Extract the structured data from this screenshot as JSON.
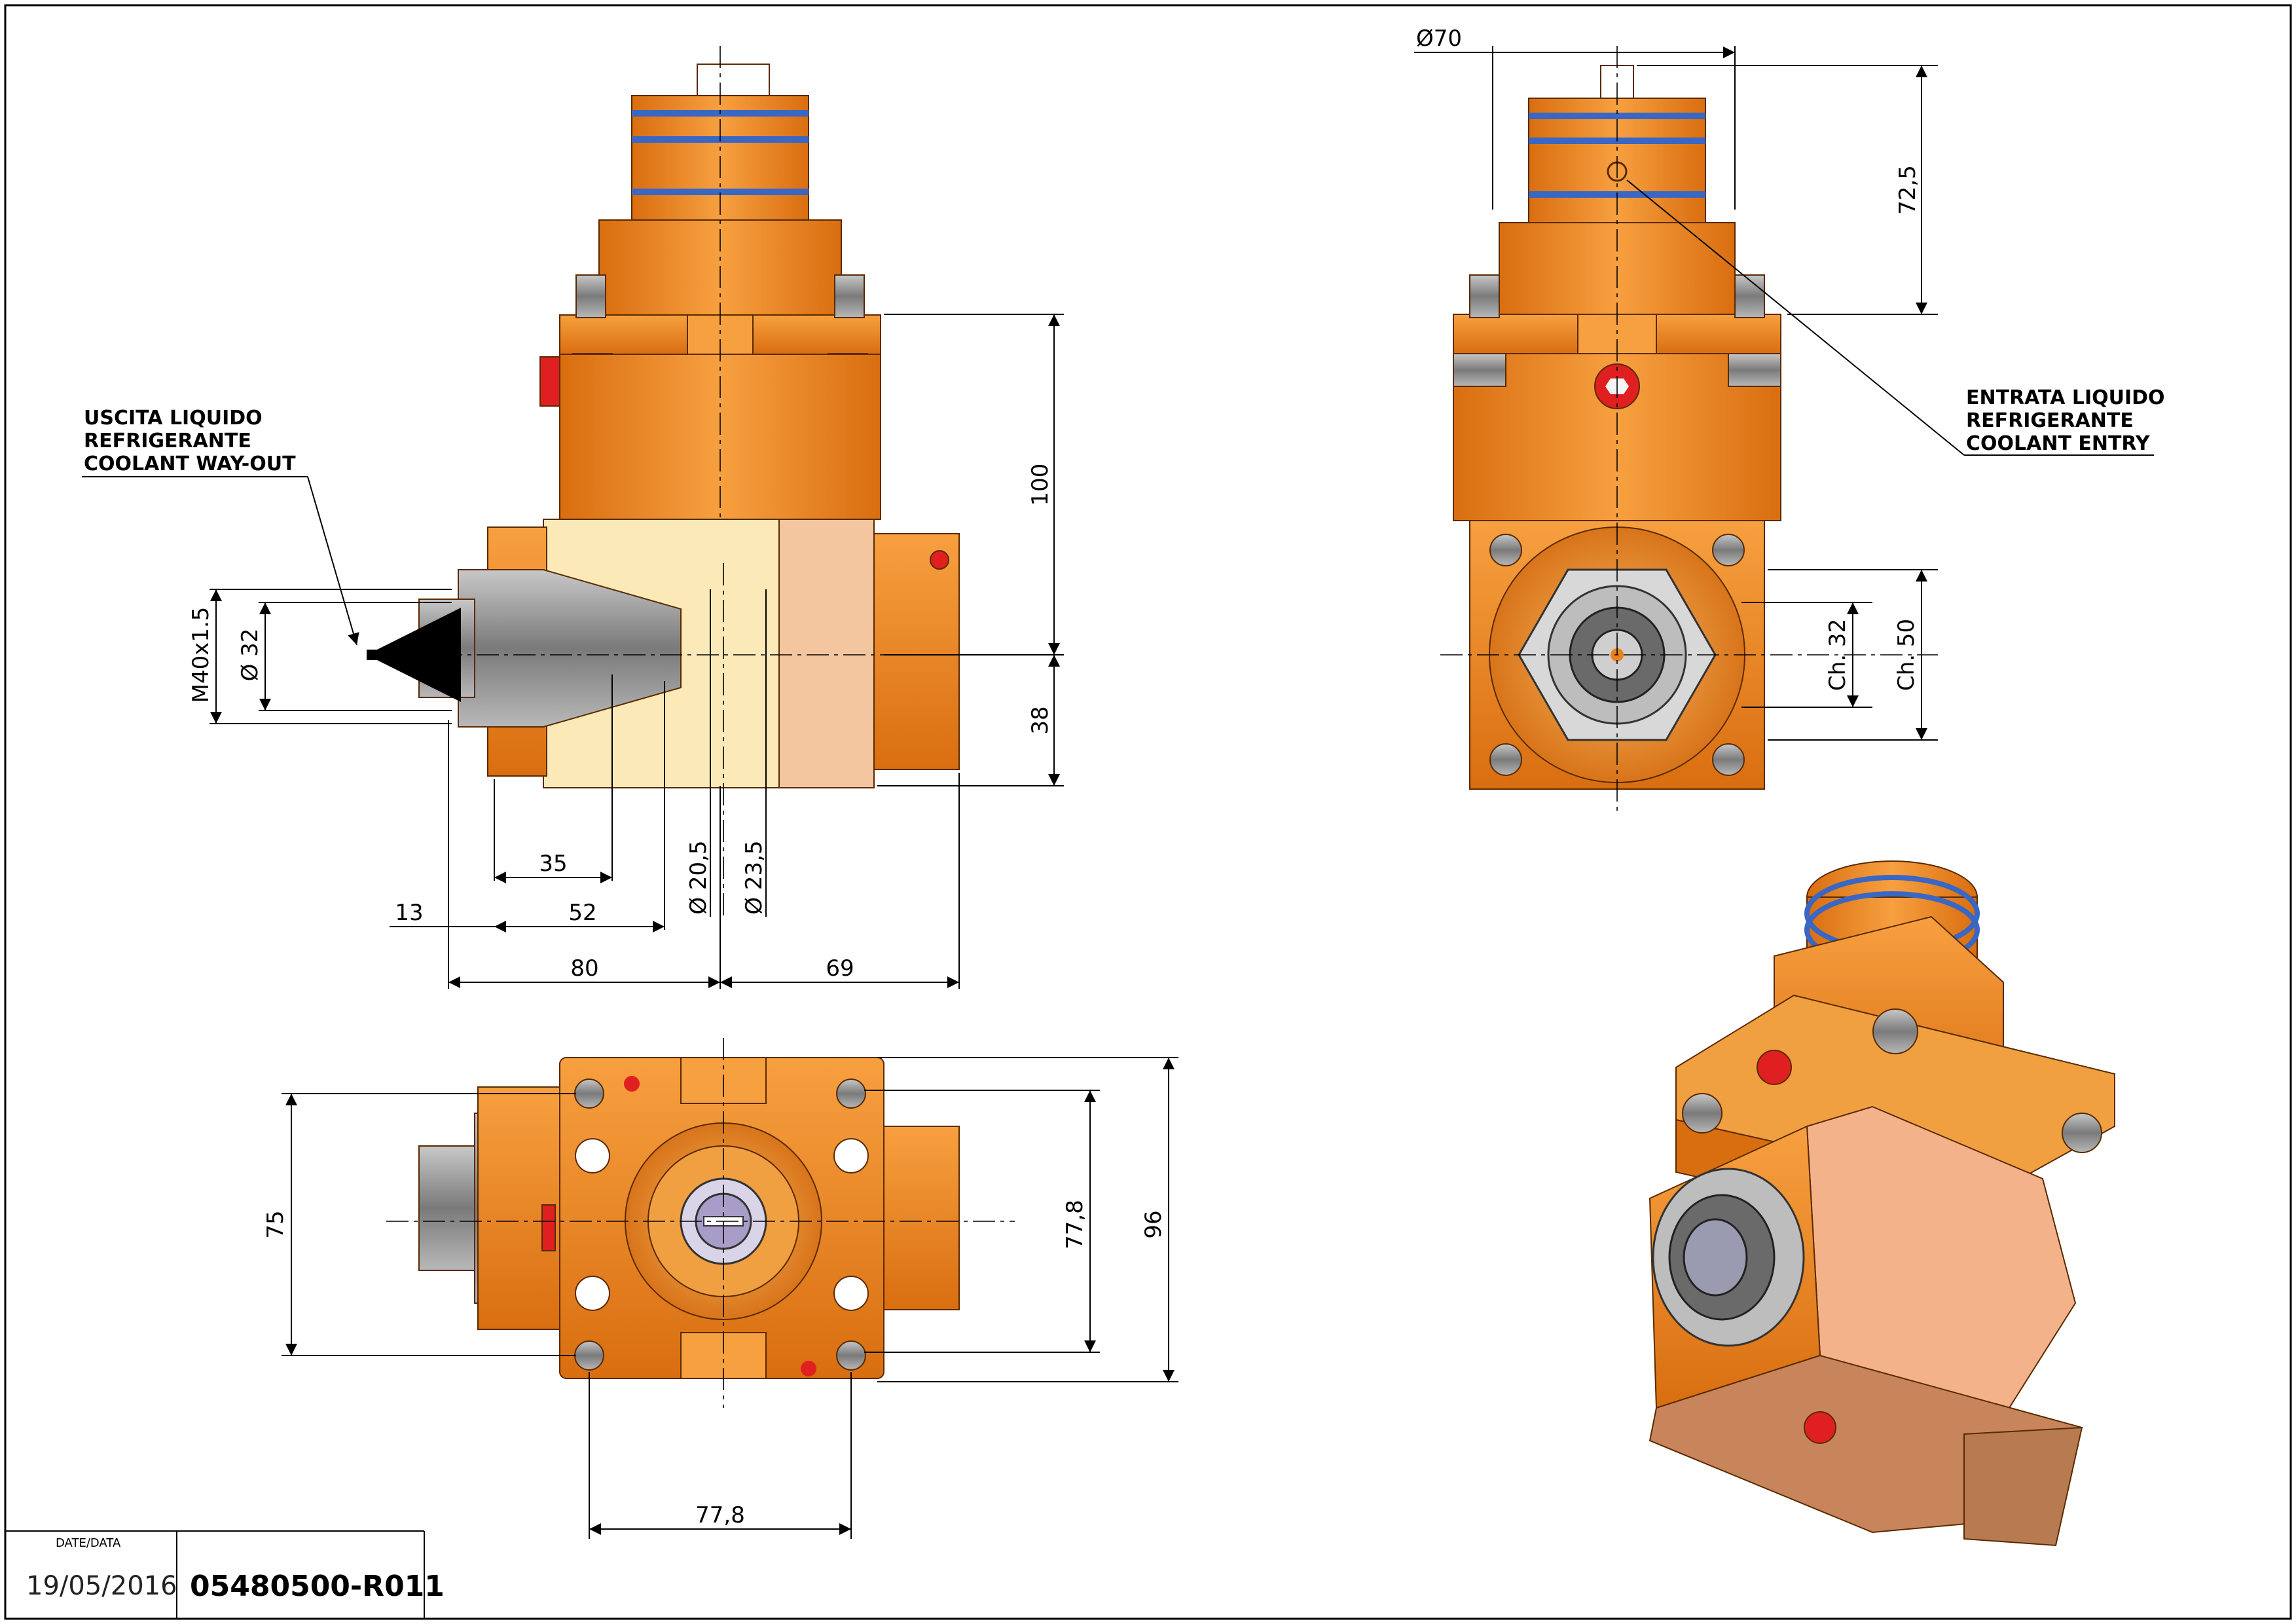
{
  "colors": {
    "body_orange": "#e8821e",
    "body_light": "#f5a64a",
    "flange": "#f0b050",
    "cream": "#fbe9b8",
    "pink": "#f3c6a0",
    "steel": "#9a9a9a",
    "seal_blue": "#3a66c4",
    "plug_red": "#e02020",
    "outline": "#5a2a00"
  },
  "icons": [
    "coolant-flow-arrow",
    "screw-head-icon",
    "red-plug-icon"
  ],
  "annotations": {
    "coolant_out": [
      "USCITA LIQUIDO",
      "REFRIGERANTE",
      "COOLANT WAY-OUT"
    ],
    "coolant_in": [
      "ENTRATA LIQUIDO",
      "REFRIGERANTE",
      "COOLANT ENTRY"
    ]
  },
  "dimensions": {
    "front": {
      "d100": "100",
      "d38": "38",
      "thread": "M40x1.5",
      "dia32": "Ø 32",
      "d35": "35",
      "d52": "52",
      "d13": "13",
      "d80": "80",
      "d69": "69",
      "dia20_5": "Ø 20,5",
      "dia23_5": "Ø 23,5"
    },
    "side": {
      "dia70": "Ø70",
      "d72_5": "72,5",
      "ch32": "Ch. 32",
      "ch50": "Ch. 50"
    },
    "top": {
      "d75": "75",
      "d77_8_v": "77,8",
      "d96": "96",
      "d77_8_h": "77,8"
    }
  },
  "title_block": {
    "date_label": "DATE/DATA",
    "date": "19/05/2016",
    "code": "05480500-R011"
  }
}
